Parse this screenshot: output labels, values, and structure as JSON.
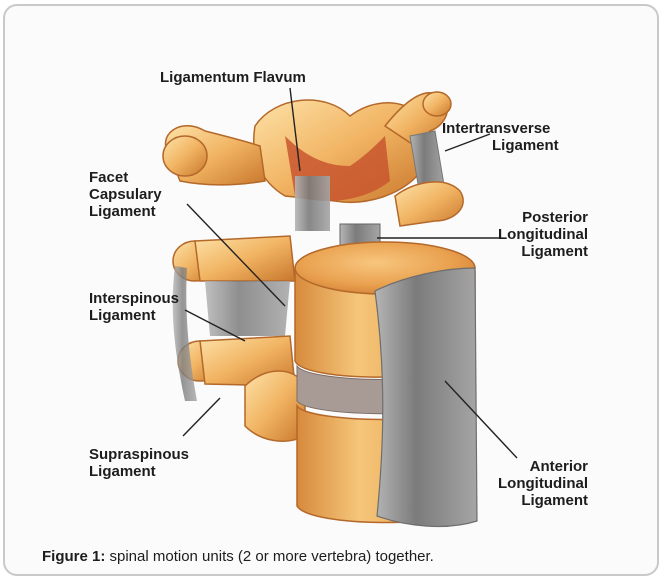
{
  "labels": {
    "ligamentum_flavum": "Ligamentum Flavum",
    "intertransverse": [
      "Intertransverse",
      "Ligament"
    ],
    "facet_capsulary": [
      "Facet",
      "Capsulary",
      "Ligament"
    ],
    "posterior_longitudinal": [
      "Posterior",
      "Longitudinal",
      "Ligament"
    ],
    "interspinous": [
      "Interspinous",
      "Ligament"
    ],
    "supraspinous": [
      "Supraspinous",
      "Ligament"
    ],
    "anterior_longitudinal": [
      "Anterior",
      "Longitudinal",
      "Ligament"
    ]
  },
  "caption": {
    "prefix": "Figure 1:",
    "text": " spinal motion units (2 or more vertebra) together."
  },
  "colors": {
    "bone_light": "#f6cf86",
    "bone_mid": "#e9a04c",
    "bone_dark": "#c9772c",
    "ligament_gray": "#8c8c8c",
    "ligament_light": "#c9c9c9",
    "flavum_red": "#c8562f",
    "border": "#c9c9c9",
    "text": "#1d1d1d"
  },
  "icons": [
    "spine-illustration"
  ]
}
